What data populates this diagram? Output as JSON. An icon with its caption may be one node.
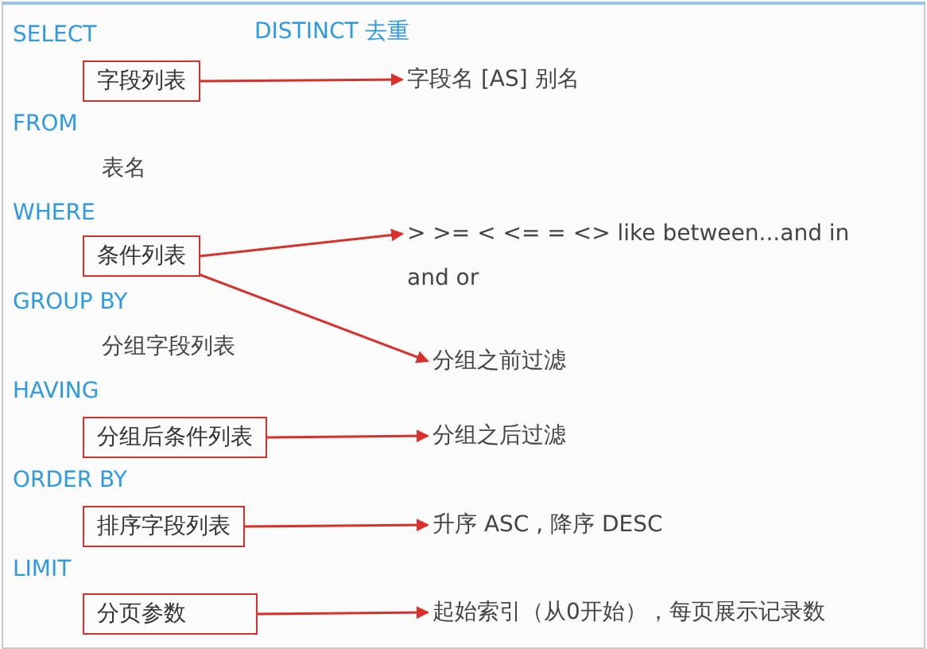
{
  "diagram": {
    "nodes": [
      {
        "text": [
          "字段列表"
        ]
      },
      {
        "text": [
          "字段名 [AS] 别名"
        ]
      },
      {
        "text": [
          "条件列表"
        ]
      },
      {
        "text": [
          "> >= < <= = <> like between...and in and or"
        ]
      },
      {
        "text": [
          "分组之前过滤"
        ]
      },
      {
        "text": [
          "分组后条件列表"
        ]
      },
      {
        "text": [
          "分组之后过滤"
        ]
      },
      {
        "text": [
          "排序字段列表"
        ]
      },
      {
        "text": [
          "升序 ASC , 降序 DESC"
        ]
      },
      {
        "text": [
          "分页参数"
        ]
      },
      {
        "text": [
          "起始索引（从0开始），每页展示记录数"
        ]
      }
    ],
    "edges": [
      {
        "from": 0,
        "to": 1,
        "arrow": "to"
      },
      {
        "from": 2,
        "to": 3,
        "arrow": "to"
      },
      {
        "from": 2,
        "to": 4,
        "arrow": "to"
      },
      {
        "from": 5,
        "to": 6,
        "arrow": "to"
      },
      {
        "from": 7,
        "to": 8,
        "arrow": "to"
      },
      {
        "from": 9,
        "to": 10,
        "arrow": "to"
      }
    ],
    "labels": [
      "SELECT",
      "DISTINCT 去重",
      "FROM",
      "表名",
      "WHERE",
      "GROUP BY",
      "分组字段列表",
      "HAVING",
      "ORDER BY",
      "LIMIT"
    ]
  }
}
